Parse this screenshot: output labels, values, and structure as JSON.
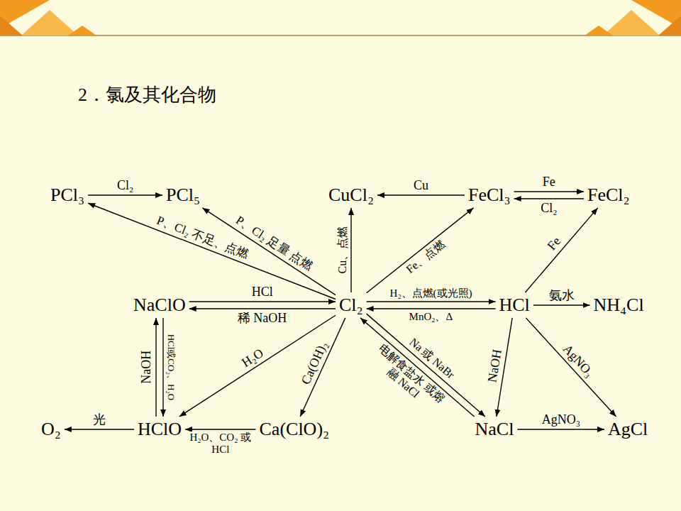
{
  "diagram": {
    "title": "2．氯及其化合物",
    "nodes": [
      {
        "text": [
          "PCl₃"
        ]
      },
      {
        "text": [
          "PCl₅"
        ]
      },
      {
        "text": [
          "CuCl₂"
        ]
      },
      {
        "text": [
          "FeCl₃"
        ]
      },
      {
        "text": [
          "FeCl₂"
        ]
      },
      {
        "text": [
          "NaClO"
        ]
      },
      {
        "text": [
          "Cl₂"
        ]
      },
      {
        "text": [
          "HCl"
        ]
      },
      {
        "text": [
          "NH₄Cl"
        ]
      },
      {
        "text": [
          "O₂"
        ]
      },
      {
        "text": [
          "HClO"
        ]
      },
      {
        "text": [
          "Ca(ClO)₂"
        ]
      },
      {
        "text": [
          "NaCl"
        ]
      },
      {
        "text": [
          "AgCl"
        ]
      }
    ],
    "edges": [
      {
        "from": 0,
        "to": 1,
        "label": "Cl₂",
        "arrow": "to"
      },
      {
        "from": 6,
        "to": 0,
        "label": "P、Cl₂ 不足、点燃",
        "arrow": "to"
      },
      {
        "from": 6,
        "to": 1,
        "label": "P、Cl₂ 足量 点燃",
        "arrow": "to"
      },
      {
        "from": 6,
        "to": 2,
        "label": "Cu、点燃",
        "arrow": "to"
      },
      {
        "from": 3,
        "to": 2,
        "label": "Cu",
        "arrow": "to"
      },
      {
        "from": 6,
        "to": 3,
        "label": "Fe、点燃",
        "arrow": "to"
      },
      {
        "from": 3,
        "to": 4,
        "label": "Fe",
        "arrow": "to"
      },
      {
        "from": 4,
        "to": 3,
        "label": "Cl₂",
        "arrow": "to"
      },
      {
        "from": 7,
        "to": 4,
        "label": "Fe",
        "arrow": "to"
      },
      {
        "from": 6,
        "to": 7,
        "label": "H₂、点燃(或光照)",
        "arrow": "to"
      },
      {
        "from": 7,
        "to": 6,
        "label": "MnO₂、Δ",
        "arrow": "to"
      },
      {
        "from": 7,
        "to": 8,
        "label": "氨水",
        "arrow": "to"
      },
      {
        "from": 6,
        "to": 5,
        "label": "稀 NaOH",
        "arrow": "to"
      },
      {
        "from": 5,
        "to": 6,
        "label": "HCl",
        "arrow": "to"
      },
      {
        "from": 6,
        "to": 10,
        "label": "H₂O",
        "arrow": "to"
      },
      {
        "from": 6,
        "to": 11,
        "label": "Ca(OH)₂",
        "arrow": "to"
      },
      {
        "from": 6,
        "to": 12,
        "label": "Na 或 NaBr",
        "arrow": "to"
      },
      {
        "from": 12,
        "to": 6,
        "label": "电解食盐水 或熔融 NaCl",
        "arrow": "to"
      },
      {
        "from": 7,
        "to": 12,
        "label": "NaOH",
        "arrow": "to"
      },
      {
        "from": 7,
        "to": 13,
        "label": "AgNO₃",
        "arrow": "to"
      },
      {
        "from": 12,
        "to": 13,
        "label": "AgNO₃",
        "arrow": "to"
      },
      {
        "from": 10,
        "to": 5,
        "label": "NaOH",
        "arrow": "to"
      },
      {
        "from": 5,
        "to": 10,
        "label": "HCl或CO₂、H₂O",
        "arrow": "to"
      },
      {
        "from": 11,
        "to": 10,
        "label": "H₂O、CO₂ 或HCl",
        "arrow": "to"
      },
      {
        "from": 10,
        "to": 9,
        "label": "光",
        "arrow": "to"
      }
    ]
  }
}
